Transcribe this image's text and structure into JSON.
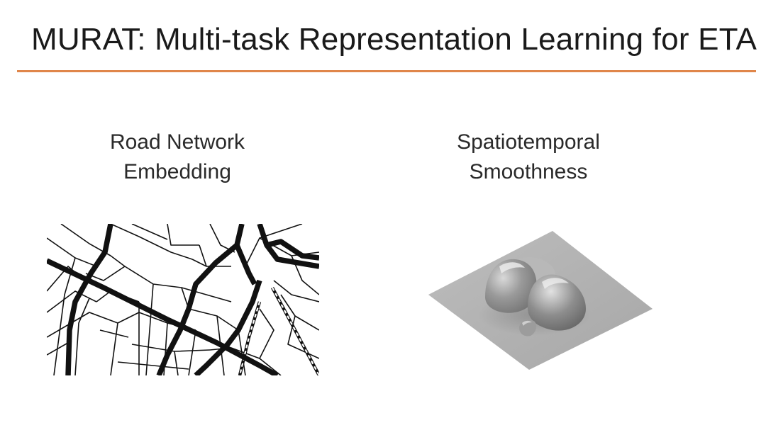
{
  "slide": {
    "title": "MURAT: Multi-task Representation Learning for ETA",
    "accent_color": "#e0864a",
    "left_panel": {
      "caption_line1": "Road Network",
      "caption_line2": "Embedding",
      "illustration": "road-network-map"
    },
    "right_panel": {
      "caption_line1": "Spatiotemporal",
      "caption_line2": "Smoothness",
      "illustration": "3d-surface-plot"
    }
  }
}
